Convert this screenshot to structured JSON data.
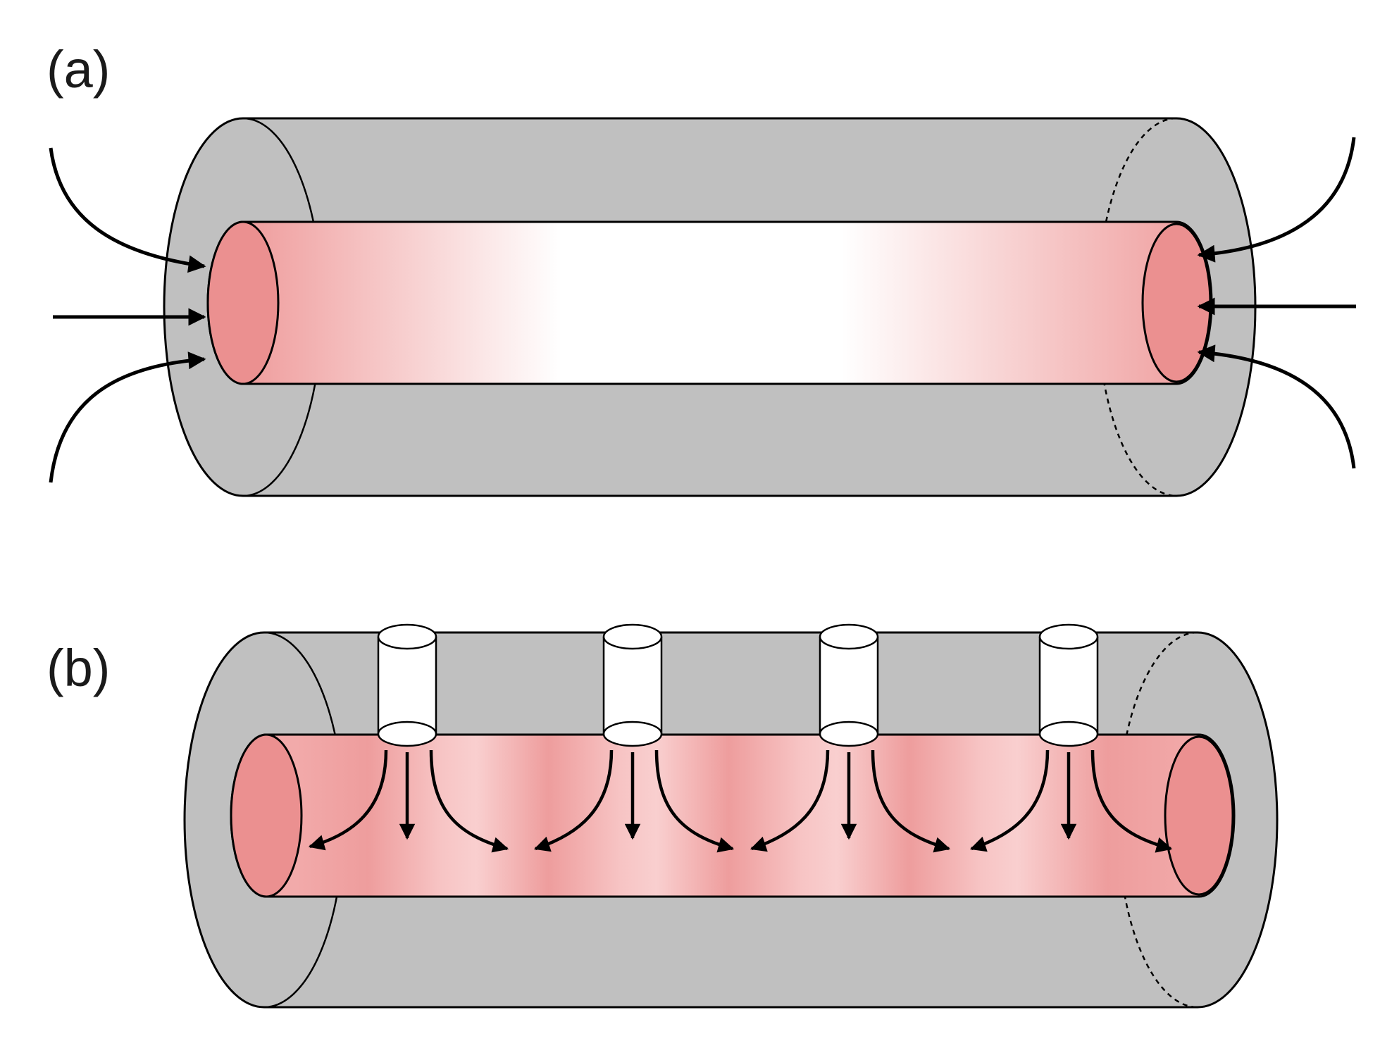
{
  "panels": [
    {
      "id": "a",
      "label": "(a)"
    },
    {
      "id": "b",
      "label": "(b)"
    }
  ],
  "colors": {
    "outer_cylinder": "#c0c0c0",
    "inner_channel": "#ef9f9f",
    "inner_channel_end": "#eb9090",
    "inner_channel_light": "#ffffff",
    "inlet_port": "#ffffff",
    "outline": "#000000"
  },
  "icons": [
    "flow-arrow-icon",
    "inlet-port-icon"
  ]
}
